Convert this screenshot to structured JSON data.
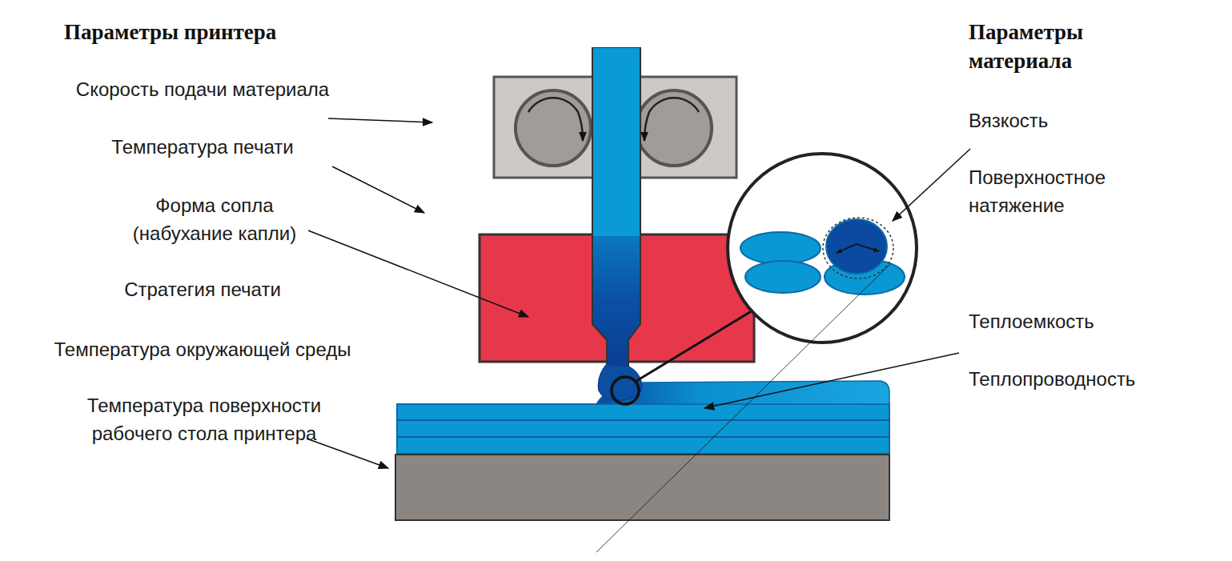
{
  "diagram": {
    "labels": [
      "Параметры принтера",
      "Скорость подачи материала",
      "Температура печати",
      "Форма сопла (набухание капли)",
      "Стратегия печати",
      "Температура окружающей среды",
      "Температура поверхности рабочего стола принтера",
      "Параметры материала",
      "Вязкость",
      "Поверхностное натяжение",
      "Теплоемкость",
      "Теплопроводность"
    ]
  }
}
